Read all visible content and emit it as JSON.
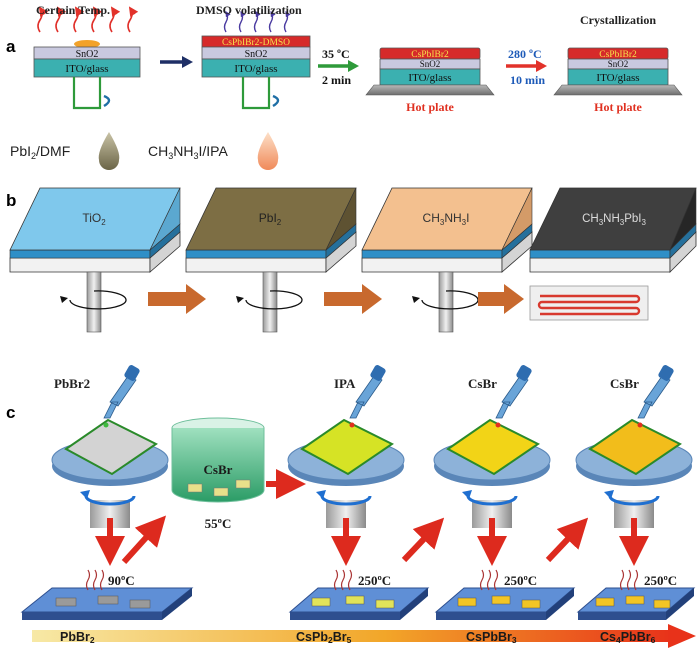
{
  "panel_a": {
    "letter": "a",
    "stage1": {
      "top_label": "Certain Temp.",
      "layer1": "SnO2",
      "layer2": "ITO/glass"
    },
    "stage2": {
      "top_label": "DMSO volatilization",
      "layer0": "CsPbIBr2-DMSO",
      "layer1": "SnO2",
      "layer2": "ITO/glass"
    },
    "step1": {
      "temp": "35 ºC",
      "time": "2 min"
    },
    "stage3": {
      "layer0": "CsPbIBr2",
      "layer1": "SnO2",
      "layer2": "ITO/glass",
      "plate": "Hot plate"
    },
    "step2": {
      "temp": "280 ºC",
      "time": "10 min"
    },
    "stage4": {
      "top_label": "Crystallization",
      "layer0": "CsPbIBr2",
      "layer1": "SnO2",
      "layer2": "ITO/glass",
      "plate": "Hot plate"
    },
    "colors": {
      "perovskite": "#d62a2a",
      "sno2": "#c9c9df",
      "ito": "#3bb0b0",
      "plate": "#8a8a8a",
      "hot_text": "#e03020",
      "blue_text": "#1d5ab8",
      "arrow_green": "#2e9a3a",
      "arrow_red": "#e2322a",
      "arrow_navy": "#1e2f66"
    }
  },
  "panel_b": {
    "letter": "b",
    "precursor1": {
      "formula": "PbI",
      "sub": "2",
      "solvent": "/DMF"
    },
    "precursor2": {
      "formula": "CH",
      "sub1": "3",
      "mid": "NH",
      "sub2": "3",
      "tail": "I/IPA"
    },
    "films": [
      {
        "base": "TiO",
        "sub": "2",
        "tail": ""
      },
      {
        "base": "PbI",
        "sub": "2",
        "tail": ""
      },
      {
        "base": "CH",
        "sub": "3",
        "tail": "NH3I"
      },
      {
        "base": "CH",
        "sub": "3",
        "tail": "NH3PbI3"
      }
    ],
    "film_colors": [
      "#7fc8ec",
      "#7d6e44",
      "#f3c08f",
      "#3f3f3f"
    ],
    "arrow_color": "#c8692e"
  },
  "panel_c": {
    "letter": "c",
    "dropper_labels": [
      "PbBr2",
      "IPA",
      "CsBr",
      "CsBr"
    ],
    "bath_label": "CsBr",
    "bath_temp": "55ºC",
    "anneal_temps": [
      "90ºC",
      "250ºC",
      "250ºC",
      "250ºC"
    ],
    "gradient_labels": [
      "PbBr2",
      "CsPb2Br5",
      "CsPbBr3",
      "Cs4PbBr6"
    ],
    "film_colors": [
      "#d3d3d3",
      "#d6e325",
      "#f2d417",
      "#f2bd1b"
    ],
    "colors": {
      "arrow_red": "#dd2a1e",
      "gradient_start": "#f7e9a6",
      "gradient_end": "#e8321a"
    }
  }
}
